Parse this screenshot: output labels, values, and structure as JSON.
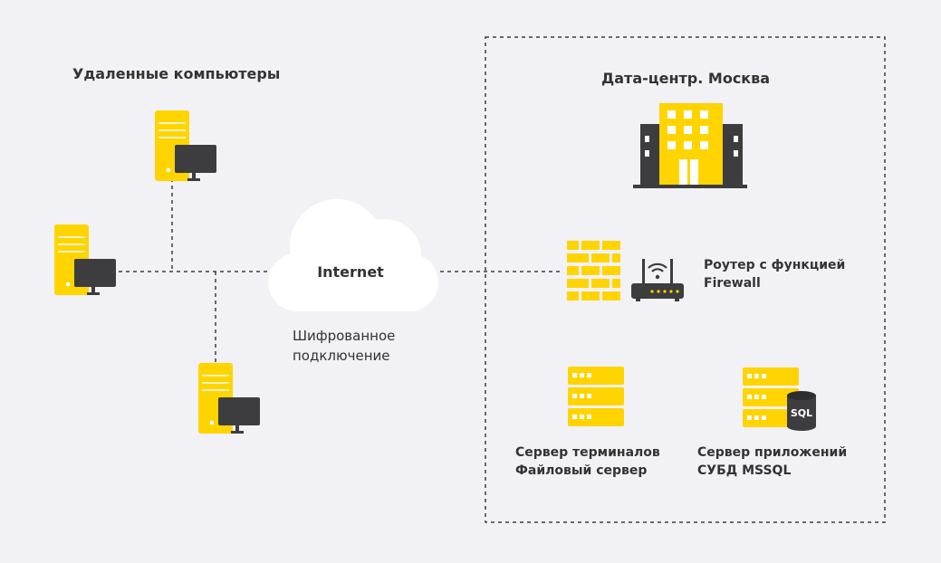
{
  "remote": {
    "title": "Удаленные компьютеры"
  },
  "datacenter": {
    "title": "Дата-центр. Москва"
  },
  "cloud": {
    "label": "Internet"
  },
  "connection": {
    "line1": "Шифрованное",
    "line2": "подключение"
  },
  "router": {
    "line1": "Роутер с функцией",
    "line2": "Firewall"
  },
  "server1": {
    "line1": "Сервер терминалов",
    "line2": "Файловый сервер"
  },
  "server2": {
    "line1": "Сервер приложений",
    "line2": "СУБД MSSQL",
    "db_label": "SQL"
  },
  "colors": {
    "accent": "#ffd400",
    "dark": "#3d3d3f",
    "background": "#f2f1f6",
    "text": "#333333"
  }
}
